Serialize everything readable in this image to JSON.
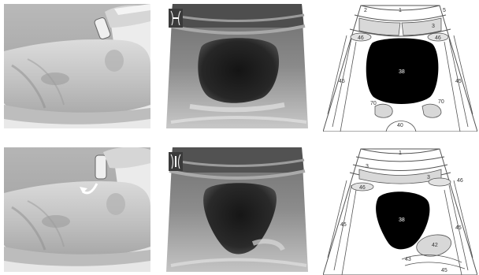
{
  "figure": {
    "top_row": {
      "diagram_labels": {
        "rectus_left": "1",
        "rectus_right": "3",
        "skin_left": "2",
        "skin_right": "5",
        "vessel_left": "46",
        "vessel_right": "46",
        "bladder": "38",
        "wall_left": "45",
        "wall_right": "45",
        "seminal_left": "70",
        "seminal_right": "70",
        "rectum": "40"
      }
    },
    "bottom_row": {
      "diagram_labels": {
        "skin": "1",
        "rectus_left": "3",
        "rectus_right": "3",
        "vessel_left": "46",
        "vessel_right": "46",
        "bladder": "38",
        "prostate": "42",
        "wall_left": "45",
        "wall_right": "45",
        "wall_low": "43",
        "wall_low_right": "45"
      }
    }
  }
}
